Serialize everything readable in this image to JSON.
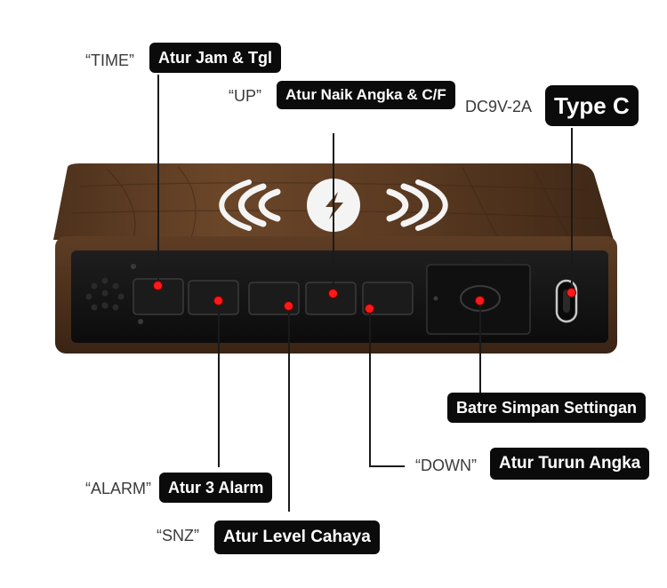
{
  "labels": {
    "time": {
      "caption": "“TIME”",
      "tag": "Atur Jam & Tgl"
    },
    "up": {
      "caption": "“UP”",
      "tag": "Atur Naik Angka & C/F"
    },
    "power": {
      "caption": "DC9V-2A",
      "tag": "Type C"
    },
    "battery": {
      "tag": "Batre Simpan Settingan"
    },
    "down": {
      "caption": "“DOWN”",
      "tag": "Atur Turun Angka"
    },
    "alarm": {
      "caption": "“ALARM”",
      "tag": "Atur 3 Alarm"
    },
    "snz": {
      "caption": "“SNZ”",
      "tag": "Atur Level Cahaya"
    }
  },
  "colors": {
    "wood": "#5a3a22",
    "panel": "#141414",
    "tag_bg": "#0b0b0b",
    "marker": "#ff1a1a"
  }
}
